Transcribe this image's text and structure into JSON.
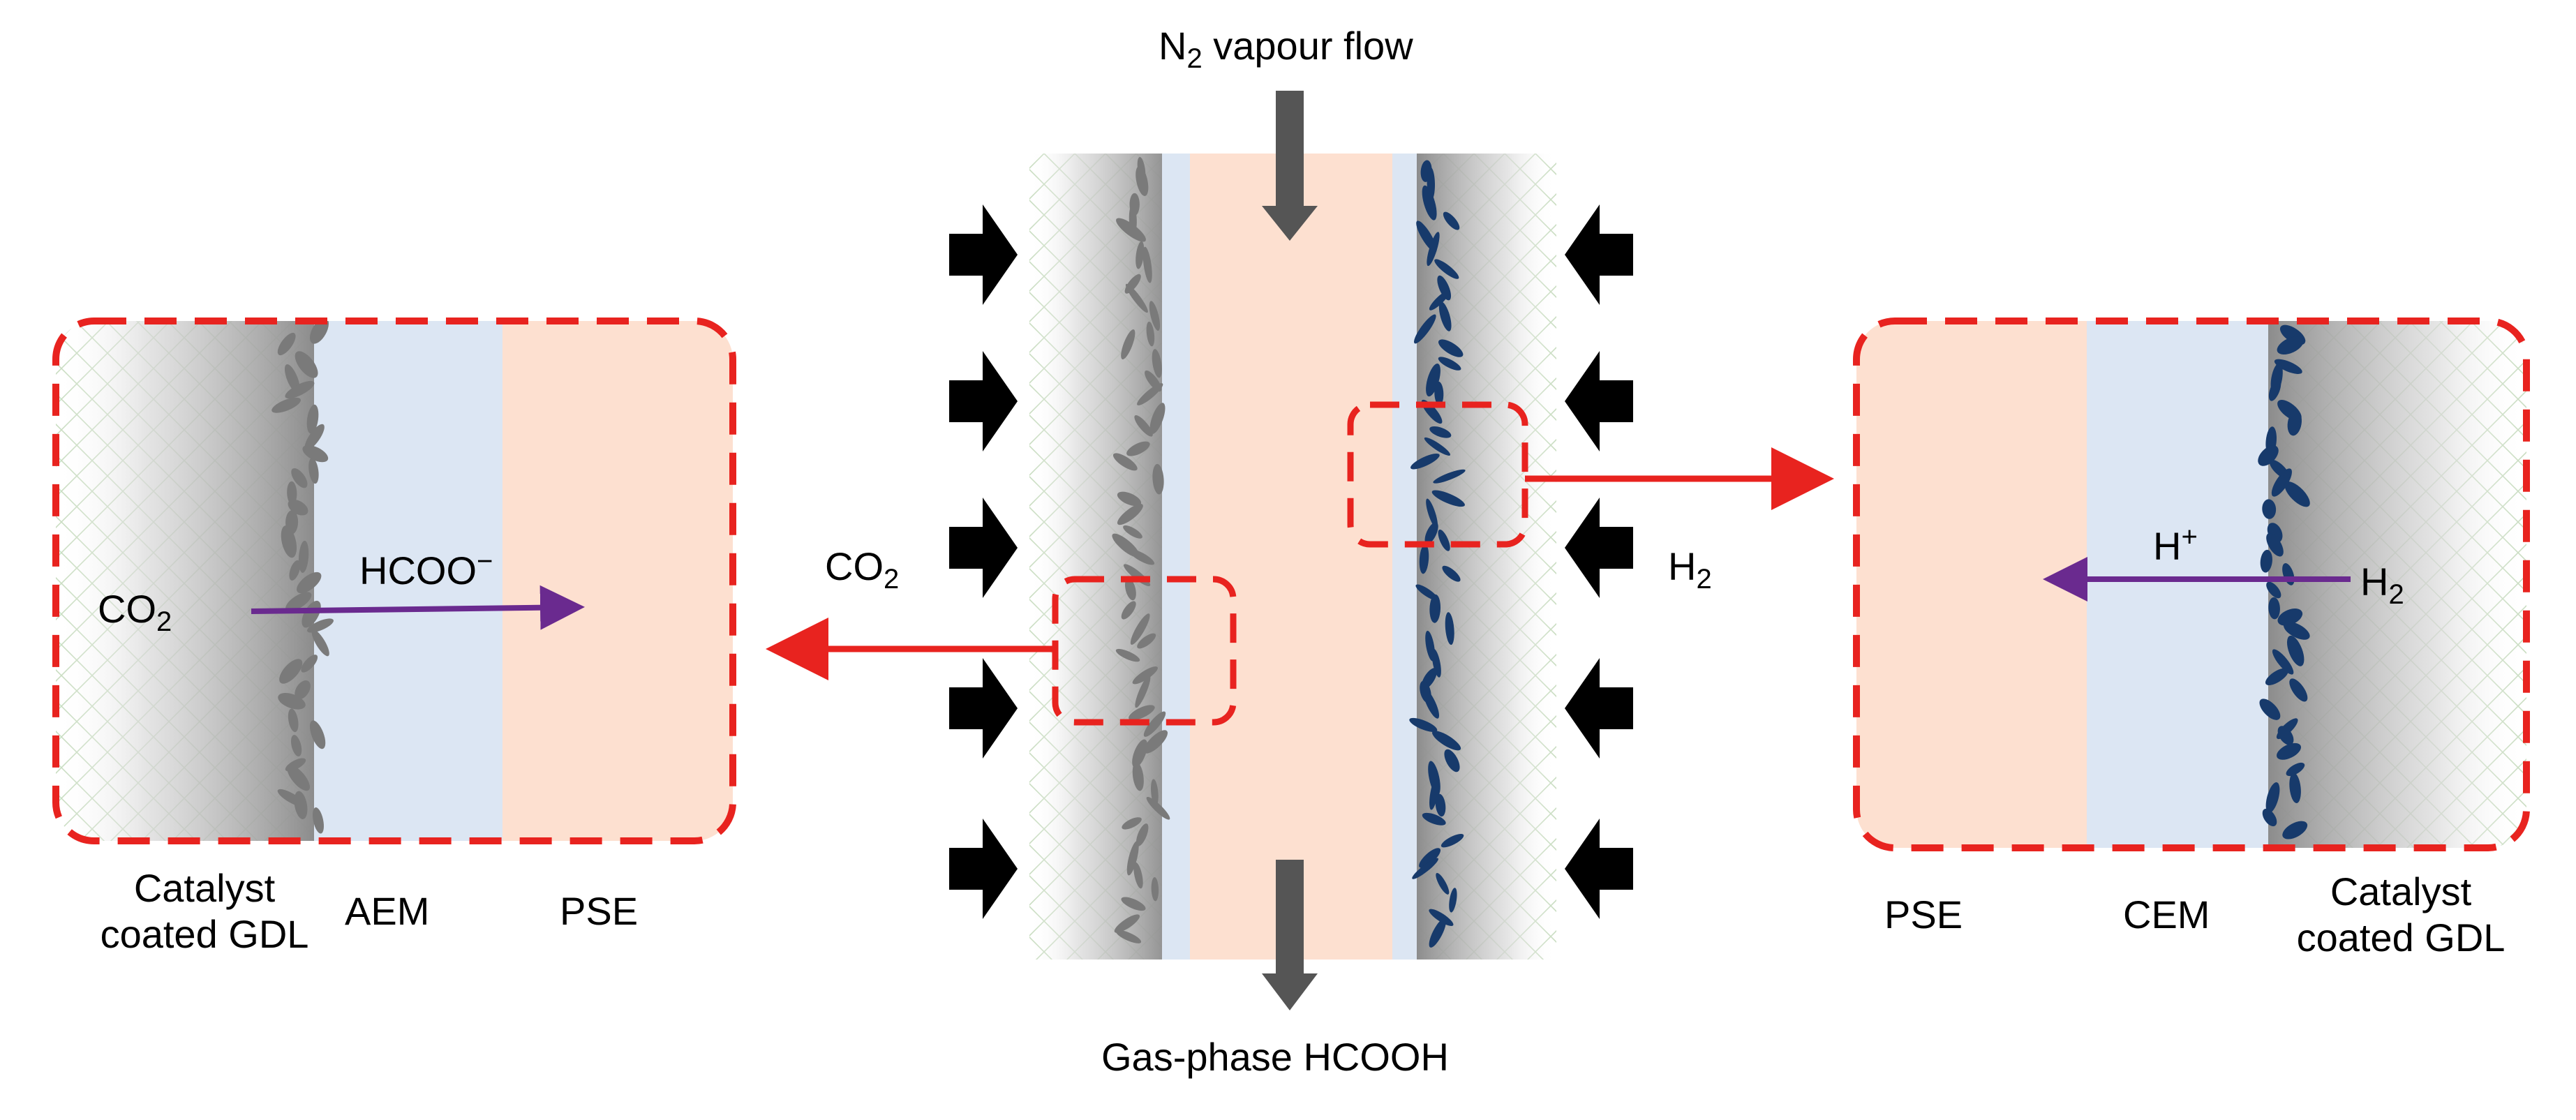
{
  "colors": {
    "dashed_box": "#e8231f",
    "red_arrow": "#e8231f",
    "purple_arrow": "#6a2a8f",
    "pse_fill": "#fde0d0",
    "membrane_fill": "#dce6f3",
    "gdl_gray": "#8a8a8a",
    "cathode_catalyst": "#7a7a7a",
    "anode_catalyst": "#173a6b",
    "flow_arrow": "#555555",
    "side_arrows": "#000000"
  },
  "top": {
    "prefix": "N",
    "sub": "2",
    "suffix": " vapour flow"
  },
  "bottom": {
    "label": "Gas-phase HCOOH"
  },
  "center": {
    "left_gas": {
      "main": "CO",
      "sub": "2"
    },
    "right_gas": {
      "main": "H",
      "sub": "2"
    }
  },
  "left_panel": {
    "reactant": {
      "main": "CO",
      "sub": "2"
    },
    "ion": {
      "main": "HCOO",
      "sup": "−"
    },
    "labels": {
      "gdl_line1": "Catalyst",
      "gdl_line2": "coated GDL",
      "membrane": "AEM",
      "electrolyte": "PSE"
    }
  },
  "right_panel": {
    "reactant": {
      "main": "H",
      "sub": "2"
    },
    "ion": {
      "main": "H",
      "sup": "+"
    },
    "labels": {
      "electrolyte": "PSE",
      "membrane": "CEM",
      "gdl_line1": "Catalyst",
      "gdl_line2": "coated GDL"
    }
  }
}
